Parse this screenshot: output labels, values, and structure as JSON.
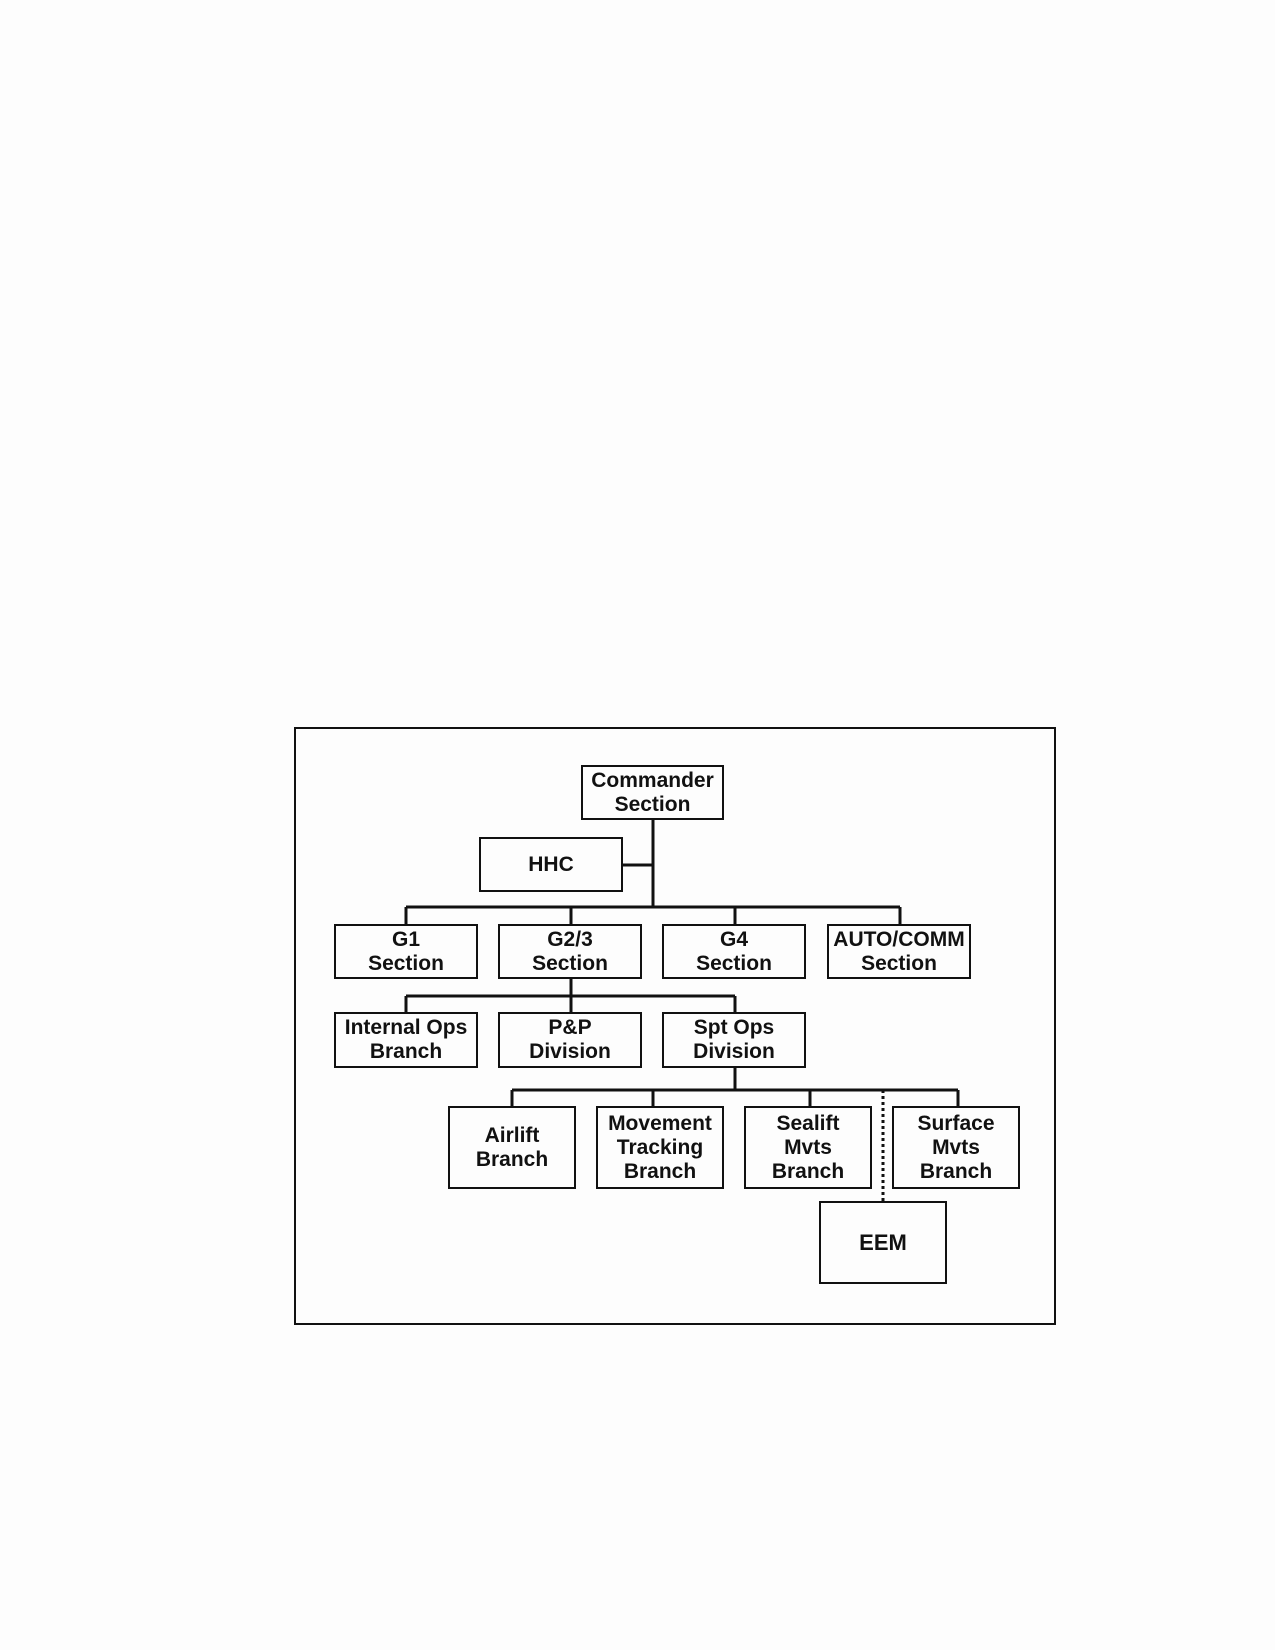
{
  "org_chart": {
    "commander": "Commander\nSection",
    "hhc": "HHC",
    "g1": "G1\nSection",
    "g23": "G2/3\nSection",
    "g4": "G4\nSection",
    "autocomm": "AUTO/COMM\nSection",
    "internal_ops": "Internal Ops\nBranch",
    "pp_division": "P&P\nDivision",
    "spt_ops": "Spt Ops\nDivision",
    "airlift": "Airlift\nBranch",
    "movement_tracking": "Movement\nTracking\nBranch",
    "sealift": "Sealift\nMvts\nBranch",
    "surface": "Surface\nMvts\nBranch",
    "eem": "EEM"
  },
  "colors": {
    "line": "#111111",
    "page": "#fdfdfd"
  }
}
